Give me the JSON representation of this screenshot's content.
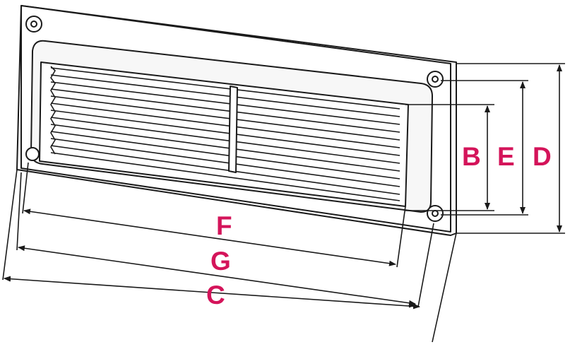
{
  "colors": {
    "line": "#1a1a1a",
    "accent": "#d4145a",
    "fill": "#ffffff"
  },
  "dimension_labels": {
    "B": "B",
    "E": "E",
    "D": "D",
    "F": "F",
    "G": "G",
    "C": "C"
  }
}
